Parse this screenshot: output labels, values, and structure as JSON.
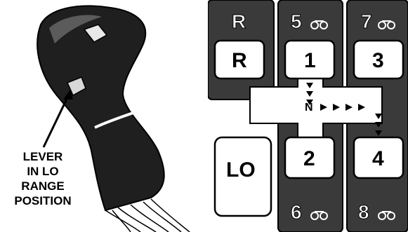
{
  "lever_callout": {
    "lines": [
      "LEVER",
      "IN LO",
      "RANGE",
      "POSITION"
    ]
  },
  "shift_pattern": {
    "outer_labels": {
      "top_left": "R",
      "top_middle": "5",
      "top_right": "7",
      "bottom_middle": "6",
      "bottom_right": "8"
    },
    "gear_boxes": {
      "reverse": "R",
      "first": "1",
      "third": "3",
      "second": "2",
      "fourth": "4",
      "low": "LO",
      "neutral": "N"
    },
    "colors": {
      "dark_fill": "#3a3a3a",
      "light_fill": "#ffffff",
      "outline": "#000000"
    }
  }
}
